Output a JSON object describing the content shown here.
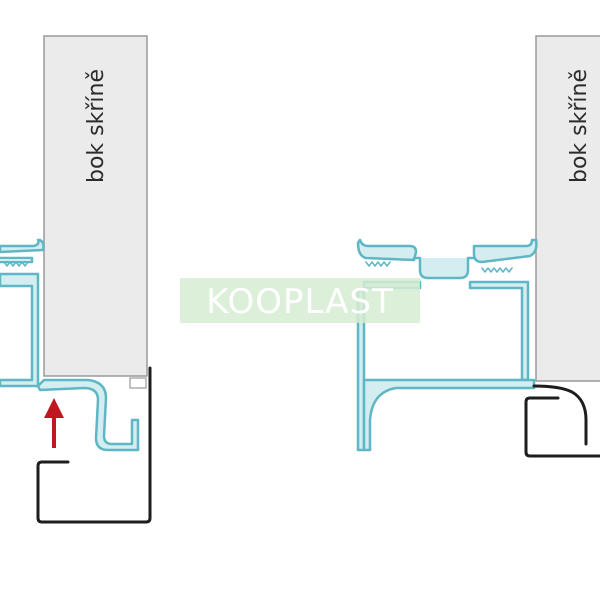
{
  "diagram": {
    "panel_label_left": "bok skříně",
    "panel_label_right": "bok skříně",
    "watermark": "KOOPLAST",
    "colors": {
      "profile_fill": "#d4edf1",
      "profile_stroke": "#5fb6c4",
      "panel_fill": "#ebebeb",
      "panel_stroke": "#9a9a9a",
      "arrow": "#c0161f",
      "clip": "#1e1e1e",
      "watermark_bg": "#d5ecd2"
    },
    "icons": [
      "up-arrow-icon"
    ]
  }
}
